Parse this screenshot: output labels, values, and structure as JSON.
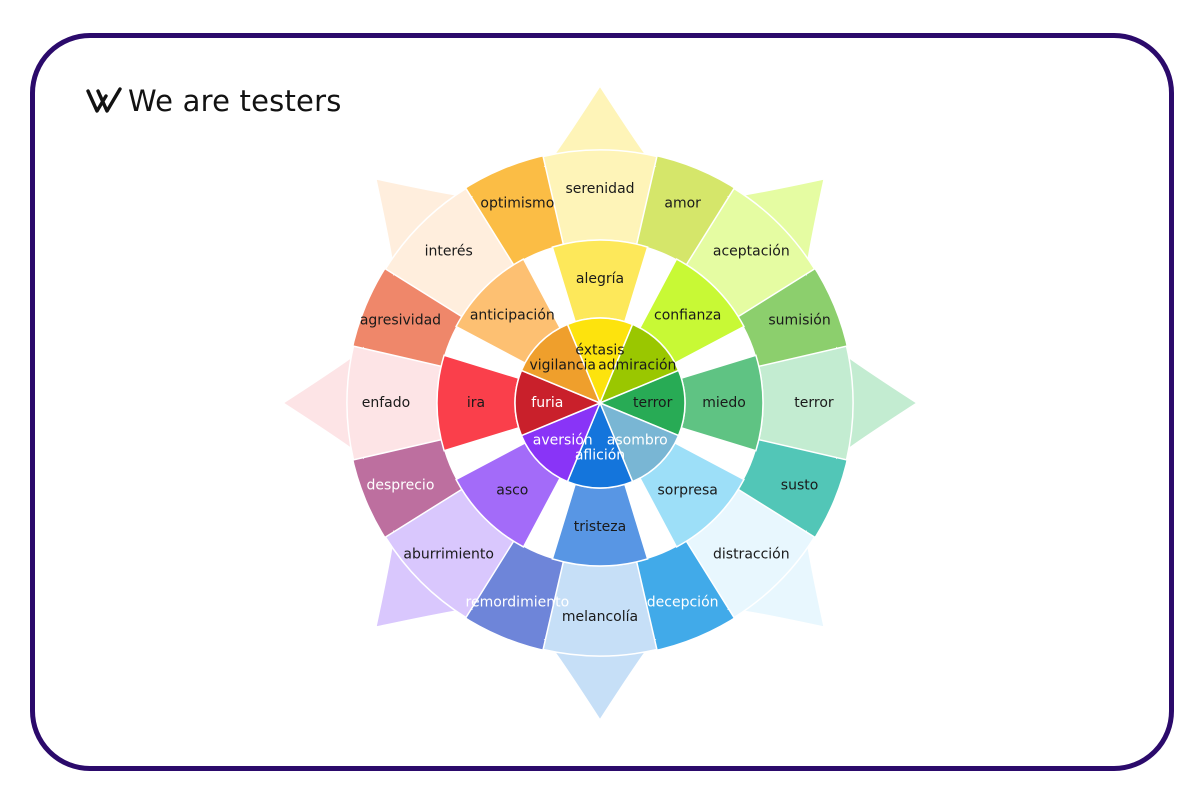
{
  "brand": {
    "name": "We are testers",
    "logo_text": "We are testers",
    "border_color": "#2b0a6b"
  },
  "wheel": {
    "petals": [
      {
        "key": "joy",
        "color": "#fef4b8",
        "color_mid": "#fde85a",
        "color_inner": "#fde30d",
        "outer": "serenidad",
        "mid": "alegría",
        "inner": "éxtasis"
      },
      {
        "key": "trust",
        "color": "#e5fca2",
        "color_mid": "#c8f935",
        "color_inner": "#9ac700",
        "outer": "aceptación",
        "mid": "confianza",
        "inner": "admiración"
      },
      {
        "key": "fear",
        "color": "#c3ecd1",
        "color_mid": "#5fc383",
        "color_inner": "#28ab55",
        "outer": "terror",
        "mid": "miedo",
        "inner": "terror"
      },
      {
        "key": "surprise",
        "color": "#e8f7fe",
        "color_mid": "#9ddff8",
        "color_inner": "#79b6d4",
        "outer": "distracción",
        "mid": "sorpresa",
        "inner": "asombro"
      },
      {
        "key": "sadness",
        "color": "#c6dff7",
        "color_mid": "#5896e4",
        "color_inner": "#1475dc",
        "outer": "melancolía",
        "mid": "tristeza",
        "inner": "aflición"
      },
      {
        "key": "disgust",
        "color": "#d9c7fd",
        "color_mid": "#a36bf9",
        "color_inner": "#8934f7",
        "outer": "aburrimiento",
        "mid": "asco",
        "inner": "aversión"
      },
      {
        "key": "anger",
        "color": "#fde4e6",
        "color_mid": "#fa3f4b",
        "color_inner": "#c9202b",
        "outer": "enfado",
        "mid": "ira",
        "inner": "furia"
      },
      {
        "key": "anticipation",
        "color": "#ffeedd",
        "color_mid": "#fdc072",
        "color_inner": "#ef9f2c",
        "outer": "interés",
        "mid": "anticipación",
        "inner": "vigilancia"
      }
    ],
    "dyads": [
      {
        "label": "amor",
        "color": "#d5e66a"
      },
      {
        "label": "sumisión",
        "color": "#8ccf6d"
      },
      {
        "label": "susto",
        "color": "#52c6b7"
      },
      {
        "label": "decepción",
        "color": "#41aae9"
      },
      {
        "label": "remordimiento",
        "color": "#6e85d9"
      },
      {
        "label": "desprecio",
        "color": "#bd6f9f"
      },
      {
        "label": "agresividad",
        "color": "#ef876a"
      },
      {
        "label": "optimismo",
        "color": "#fbbd45"
      }
    ]
  }
}
